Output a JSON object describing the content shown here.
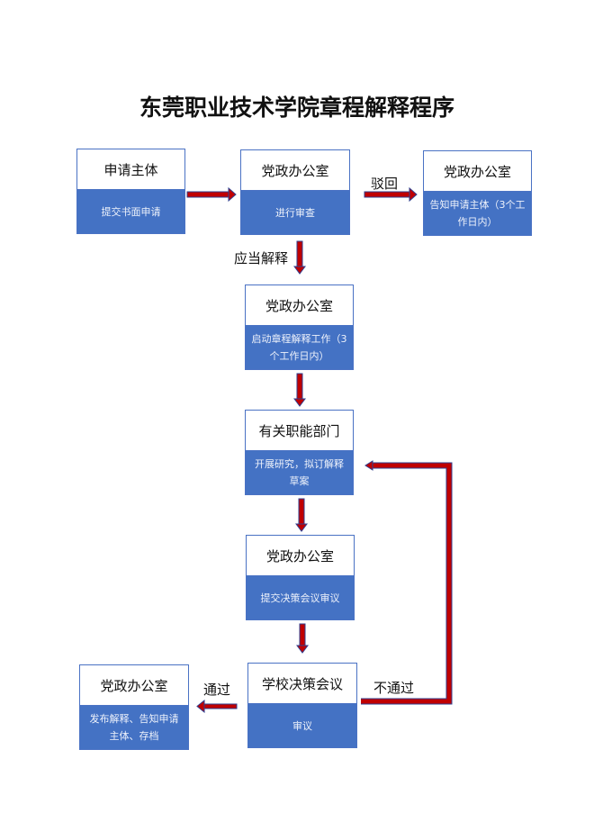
{
  "title": "东莞职业技术学院章程解释程序",
  "colors": {
    "box_border": "#4a72c4",
    "box_fill": "#4472c4",
    "arrow_fill": "#c00000",
    "arrow_outline": "#2f3f8f"
  },
  "nodes": {
    "applicant": {
      "heading": "申请主体",
      "detail": "提交书面申请"
    },
    "office_review": {
      "heading": "党政办公室",
      "detail": "进行审查"
    },
    "office_reject": {
      "heading": "党政办公室",
      "detail": "告知申请主体（3个工作日内）"
    },
    "office_start": {
      "heading": "党政办公室",
      "detail": "启动章程解释工作（3个工作日内）"
    },
    "departments": {
      "heading": "有关职能部门",
      "detail": "开展研究，拟订解释草案"
    },
    "office_submit": {
      "heading": "党政办公室",
      "detail": "提交决策会议审议"
    },
    "school_meeting": {
      "heading": "学校决策会议",
      "detail": "审议"
    },
    "office_publish": {
      "heading": "党政办公室",
      "detail": "发布解释、告知申请主体、存档"
    }
  },
  "edge_labels": {
    "reject": "驳回",
    "should_interpret": "应当解释",
    "pass": "通过",
    "fail": "不通过"
  }
}
